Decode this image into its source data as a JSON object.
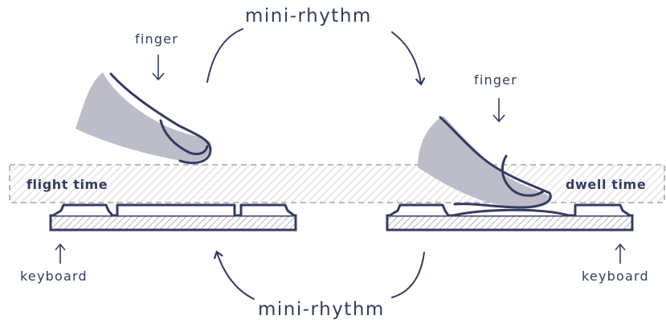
{
  "labels": {
    "top_cycle": "mini-rhythm",
    "bottom_cycle": "mini-rhythm",
    "left_finger": "finger",
    "right_finger": "finger",
    "left_time": "flight time",
    "right_time": "dwell time",
    "left_keyboard": "keyboard",
    "right_keyboard": "keyboard"
  },
  "colors": {
    "ink": "#343c62",
    "finger_fill": "#bcbdc9",
    "band_hatch": "#e3e3e3",
    "band_border": "#a7a7a7"
  },
  "icons": [
    "finger-up-icon",
    "finger-press-icon",
    "keyboard-icon",
    "cycle-arrow-icon",
    "down-arrow-icon",
    "up-arrow-icon"
  ]
}
